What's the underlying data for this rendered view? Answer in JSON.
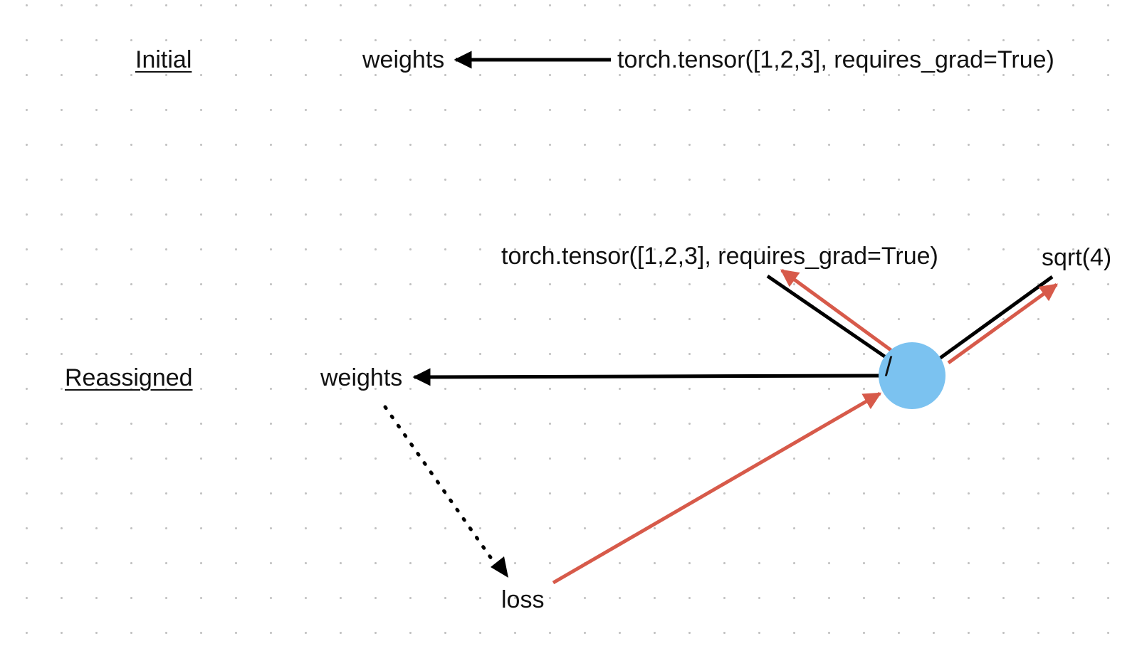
{
  "colors": {
    "background": "#ffffff",
    "grid_dot": "#c2c2c2",
    "forward_edge": "#000000",
    "gradient_edge": "#d75a4a",
    "operation_node": "#7bc2f0",
    "text": "#111111"
  },
  "initial": {
    "section_title": "Initial",
    "variable": "weights",
    "value": "torch.tensor([1,2,3], requires_grad=True)"
  },
  "reassigned": {
    "section_title": "Reassigned",
    "variable": "weights",
    "tensor_input": "torch.tensor([1,2,3], requires_grad=True)",
    "scalar_input": "sqrt(4)",
    "operation": "/",
    "loss_label": "loss"
  }
}
